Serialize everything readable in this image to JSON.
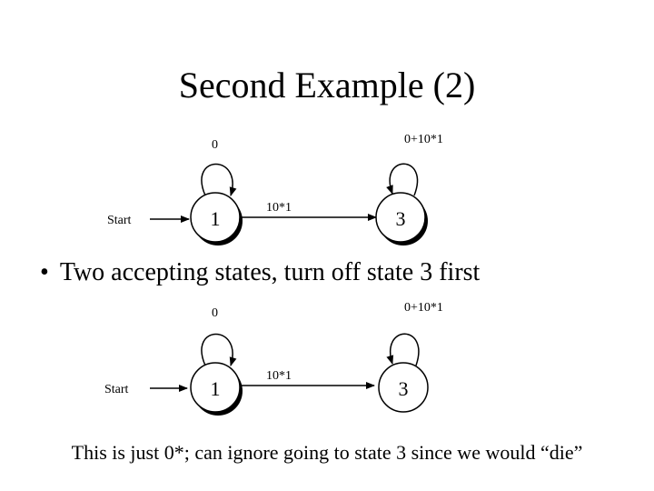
{
  "slide": {
    "title": "Second Example (2)",
    "bullet": "Two accepting states, turn off state 3 first",
    "footer": "This is just 0*;  can ignore going to state 3 since we would “die”"
  },
  "diagrams": [
    {
      "start_label": "Start",
      "loop1_label": "0",
      "loop3_label": "0+10*1",
      "edge_label": "10*1",
      "state1_label": "1",
      "state3_label": "3",
      "state1_shaded": true,
      "state3_shaded": true
    },
    {
      "start_label": "Start",
      "loop1_label": "0",
      "loop3_label": "0+10*1",
      "edge_label": "10*1",
      "state1_label": "1",
      "state3_label": "3",
      "state1_shaded": true,
      "state3_shaded": false
    }
  ]
}
